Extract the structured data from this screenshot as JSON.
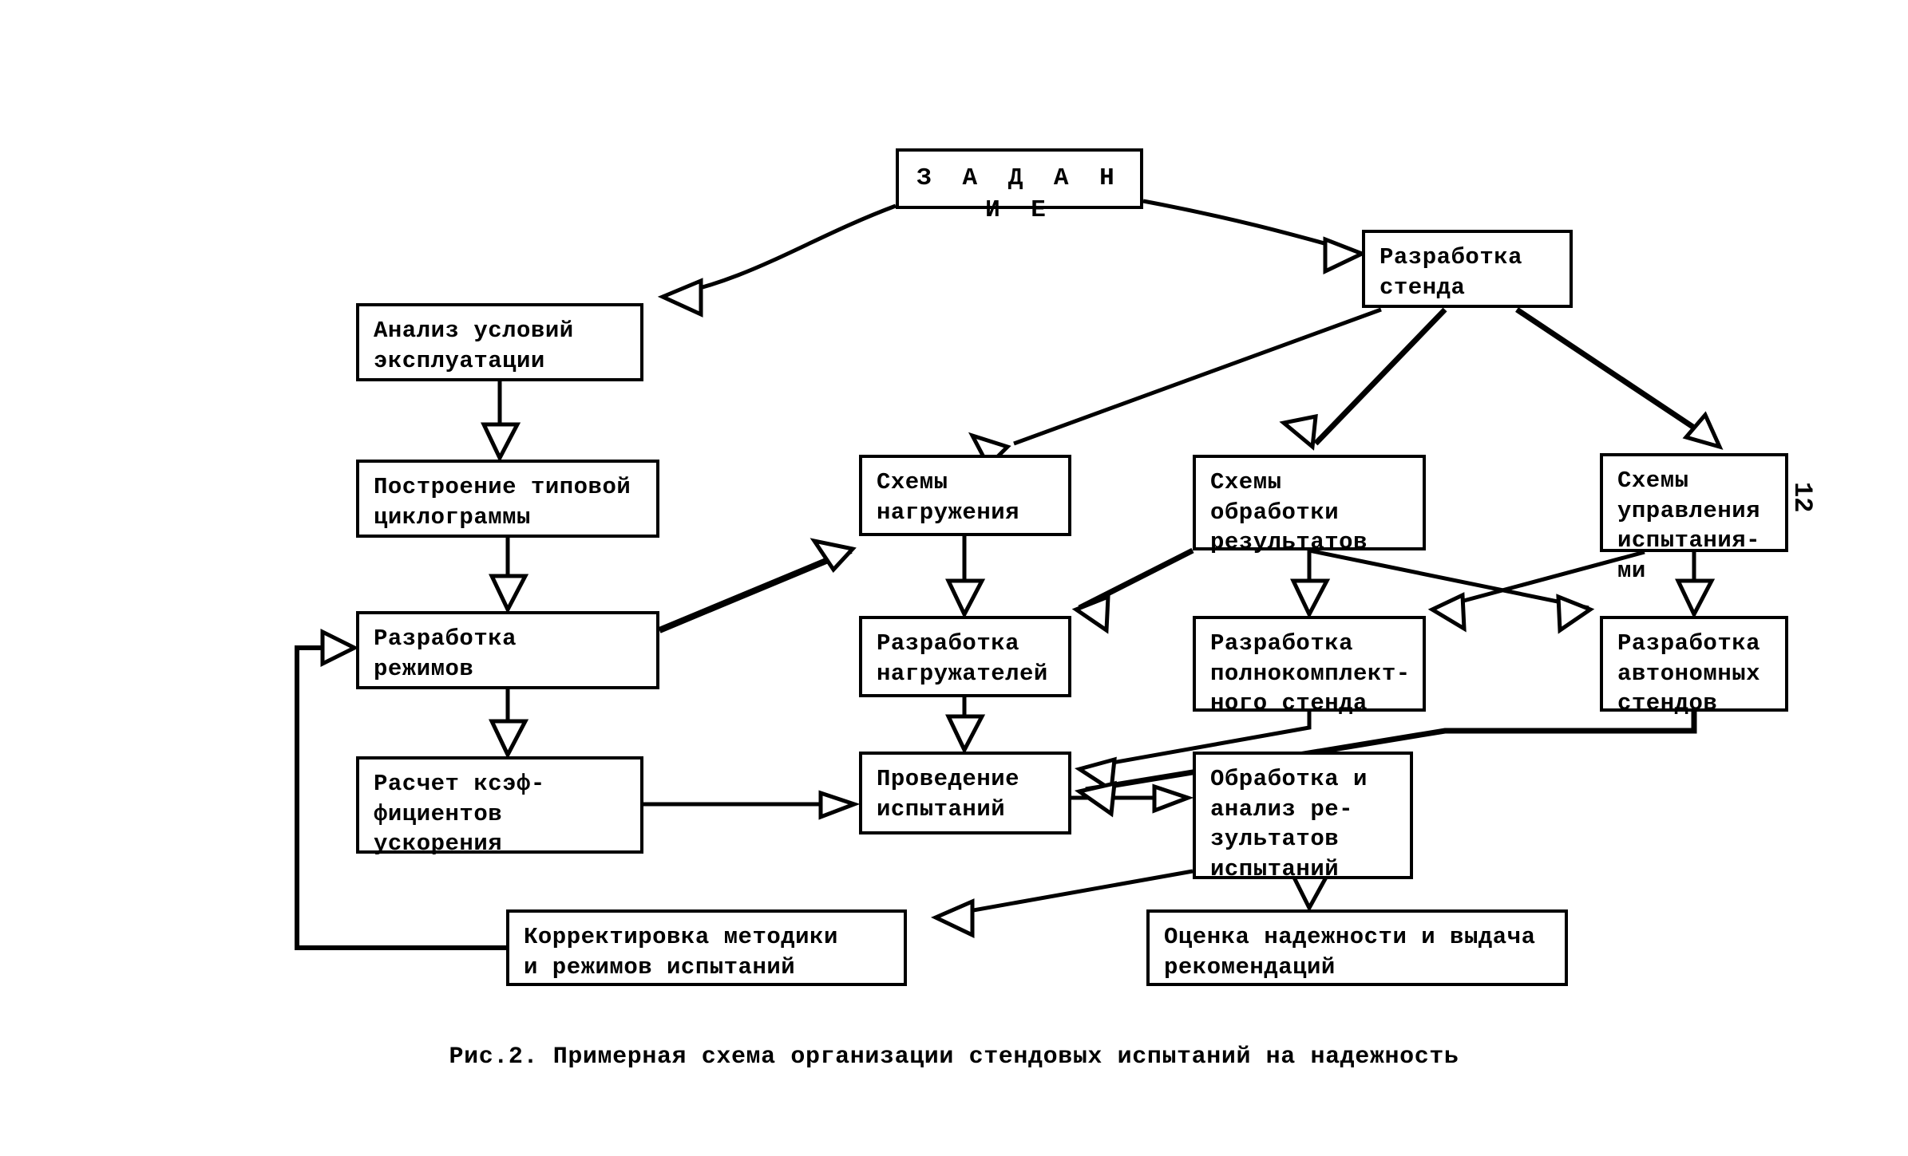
{
  "page": {
    "page_number": "12",
    "caption": "Рис.2. Примерная схема организации стендовых испытаний на надежность",
    "ink_color": "#000000",
    "paper_color": "#ffffff"
  },
  "diagram": {
    "title_node": "З А Д А Н И Е",
    "nodes": [
      {
        "id": "zadanie",
        "label": "З А Д А Н И Е"
      },
      {
        "id": "razr-stenda",
        "label": "Разработка\nстенда"
      },
      {
        "id": "analiz",
        "label": "Анализ условий\nэксплуатации"
      },
      {
        "id": "postroenie",
        "label": "Построение типовой\nциклограммы"
      },
      {
        "id": "razr-rezhimov",
        "label": "Разработка\nрежимов"
      },
      {
        "id": "raschet",
        "label": "Расчет ксэф-\nфициентов\nускорения"
      },
      {
        "id": "shemy-nagr",
        "label": "Схемы\nнагружения"
      },
      {
        "id": "shemy-obr",
        "label": "Схемы\nобработки\nрезультатов"
      },
      {
        "id": "shemy-upr",
        "label": "Схемы\nуправления\nиспытания-\nми"
      },
      {
        "id": "razr-nagruzh",
        "label": "Разработка\nнагружателей"
      },
      {
        "id": "razr-polnokompl",
        "label": "Разработка\nполнокомплект-\nного стенда"
      },
      {
        "id": "razr-avtonom",
        "label": "Разработка\nавтономных\nстендов"
      },
      {
        "id": "provedenie",
        "label": "Проведение\nиспытаний"
      },
      {
        "id": "obrabotka",
        "label": "Обработка и\nанализ ре-\nзультатов\nиспытаний"
      },
      {
        "id": "korrektirovka",
        "label": "Корректировка методики\nи режимов испытаний"
      },
      {
        "id": "ocenka",
        "label": "Оценка надежности и выдача\nрекомендаций"
      }
    ],
    "edges": [
      {
        "from": "zadanie",
        "to": "analiz",
        "style": "curve-arrow-left"
      },
      {
        "from": "zadanie",
        "to": "razr-stenda",
        "style": "curve"
      },
      {
        "from": "analiz",
        "to": "postroenie",
        "style": "straight-down"
      },
      {
        "from": "postroenie",
        "to": "razr-rezhimov",
        "style": "straight-down"
      },
      {
        "from": "razr-rezhimov",
        "to": "raschet",
        "style": "straight-down"
      },
      {
        "from": "razr-rezhimov",
        "to": "shemy-nagr",
        "style": "diagonal-up-right"
      },
      {
        "from": "razr-stenda",
        "to": "shemy-nagr",
        "style": "diagonal-down-left"
      },
      {
        "from": "razr-stenda",
        "to": "shemy-obr",
        "style": "diagonal-down-left"
      },
      {
        "from": "razr-stenda",
        "to": "shemy-upr",
        "style": "diagonal-down-right"
      },
      {
        "from": "shemy-nagr",
        "to": "razr-nagruzh",
        "style": "straight-down"
      },
      {
        "from": "shemy-obr",
        "to": "razr-polnokompl",
        "style": "straight-down"
      },
      {
        "from": "shemy-obr",
        "to": "razr-nagruzh",
        "style": "diagonal-down-left"
      },
      {
        "from": "shemy-obr",
        "to": "razr-avtonom",
        "style": "diagonal-down-right"
      },
      {
        "from": "shemy-upr",
        "to": "razr-polnokompl",
        "style": "diagonal-down-left"
      },
      {
        "from": "shemy-upr",
        "to": "razr-avtonom",
        "style": "straight-down"
      },
      {
        "from": "razr-nagruzh",
        "to": "provedenie",
        "style": "straight-down"
      },
      {
        "from": "razr-polnokompl",
        "to": "provedenie",
        "style": "elbow-left"
      },
      {
        "from": "razr-avtonom",
        "to": "provedenie",
        "style": "elbow-left"
      },
      {
        "from": "raschet",
        "to": "provedenie",
        "style": "straight-right"
      },
      {
        "from": "provedenie",
        "to": "obrabotka",
        "style": "straight-right"
      },
      {
        "from": "obrabotka",
        "to": "ocenka",
        "style": "straight-down"
      },
      {
        "from": "obrabotka",
        "to": "korrektirovka",
        "style": "diagonal-down-left"
      },
      {
        "from": "korrektirovka",
        "to": "razr-rezhimov",
        "style": "elbow-up-left"
      }
    ]
  }
}
